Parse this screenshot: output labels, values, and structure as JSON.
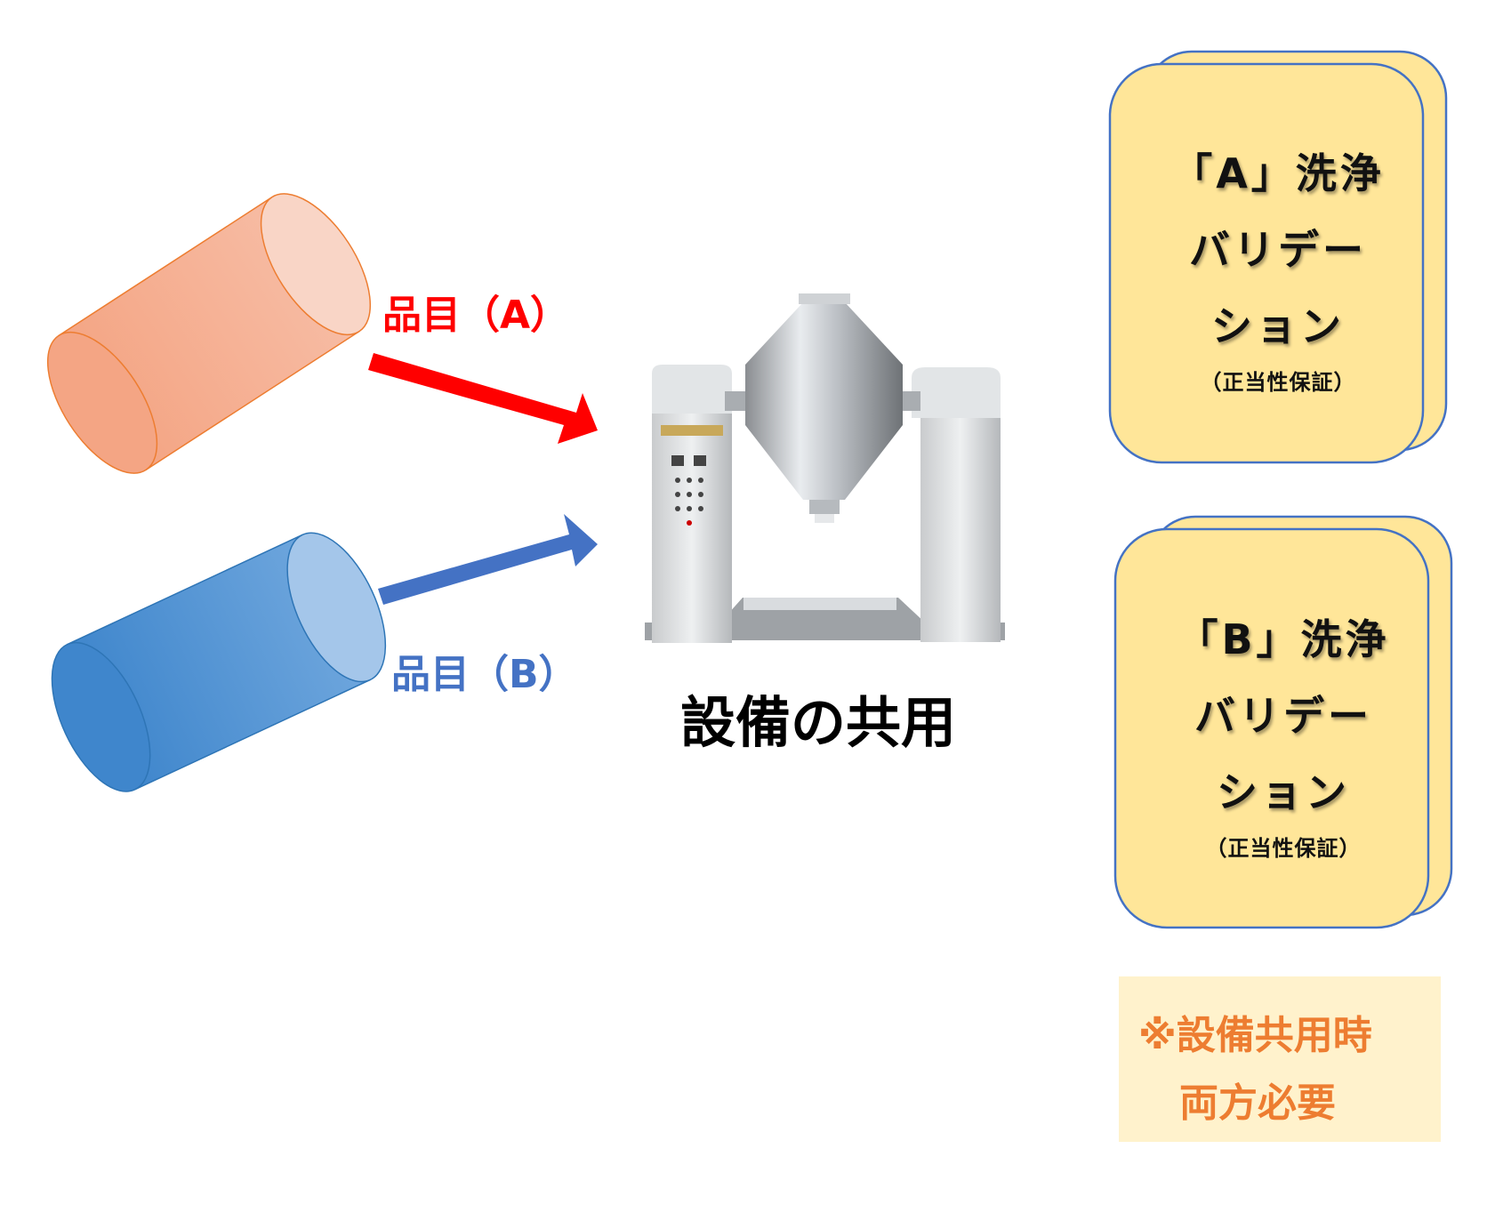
{
  "flow": {
    "item_a": {
      "label": "品目（A）",
      "color": "#ff0000",
      "cylinder_color": "#f4a582",
      "arrow_color": "#ff0000"
    },
    "item_b": {
      "label": "品目（B）",
      "color": "#4472c4",
      "cylinder_color": "#5b9bd5",
      "arrow_color": "#4472c4"
    },
    "equipment": {
      "caption": "設備の共用",
      "icon": "double-cone-mixer-machine"
    }
  },
  "validations": [
    {
      "line1": "「A」洗浄",
      "line2": "バリデー",
      "line3": "ション",
      "line4": "（正当性保証）"
    },
    {
      "line1": "「B」洗浄",
      "line2": "バリデー",
      "line3": "ション",
      "line4": "（正当性保証）"
    }
  ],
  "card_style": {
    "fill": "#ffe699",
    "border": "#4472c4"
  },
  "note": {
    "line1": "※設備共用時",
    "line2": "両方必要",
    "color": "#ed7d31",
    "background": "#fff2cc"
  }
}
